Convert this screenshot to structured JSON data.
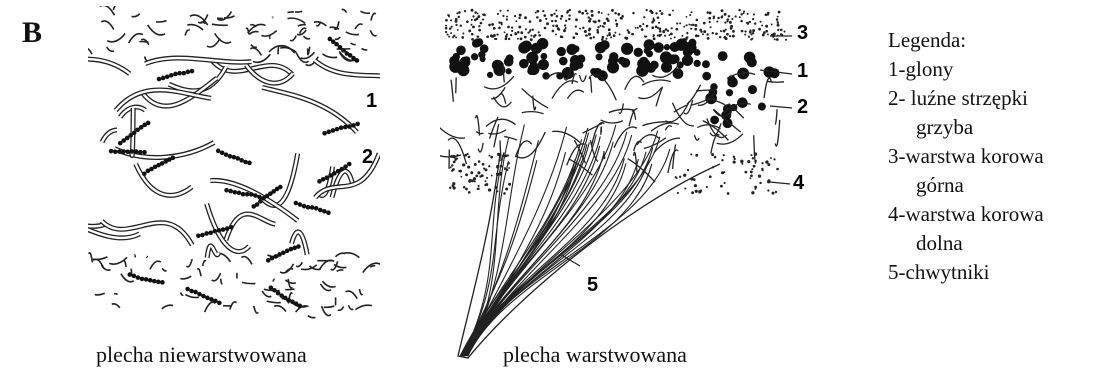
{
  "panel_letter": "B",
  "figure_left": {
    "caption": "plecha niewarstwowana",
    "labels": [
      "1",
      "2"
    ]
  },
  "figure_right": {
    "caption": "plecha warstwowana",
    "labels": [
      "3",
      "1",
      "2",
      "4",
      "5"
    ]
  },
  "legend": {
    "title": "Legenda:",
    "items": [
      {
        "line1": "1-glony",
        "line2": ""
      },
      {
        "line1": "2- luźne strzępki",
        "line2": "grzyba"
      },
      {
        "line1": "3-warstwa korowa",
        "line2": "górna"
      },
      {
        "line1": "4-warstwa korowa",
        "line2": "dolna"
      },
      {
        "line1": "5-chwytniki",
        "line2": ""
      }
    ]
  }
}
